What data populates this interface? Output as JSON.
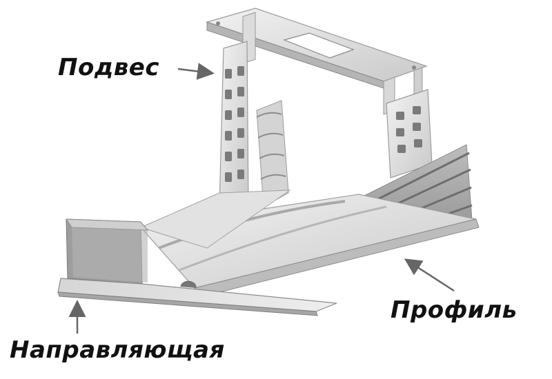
{
  "labels": {
    "hanger": "Подвес",
    "profile": "Профиль",
    "guide": "Направляющая"
  }
}
